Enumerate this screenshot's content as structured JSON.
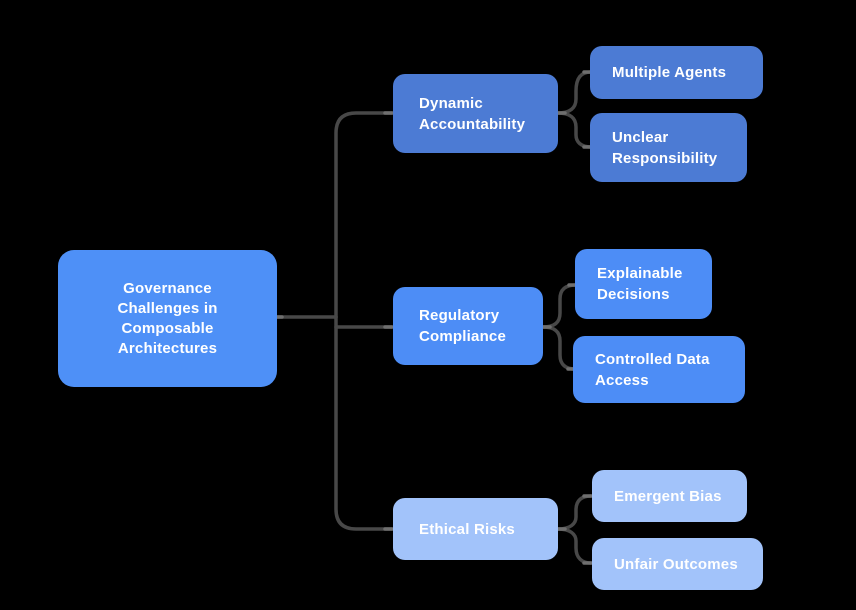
{
  "colors": {
    "background": "#000000",
    "root_fill": "#4E90F7",
    "branch_top_fill": "#4C7BD4",
    "branch_mid_fill": "#4D8DF6",
    "branch_bottom_fill": "#A2C3FA",
    "text": "#FFFFFF",
    "connector": "#484848",
    "connector_cap": "#6F6F6F"
  },
  "mindmap": {
    "root": {
      "label": "Governance Challenges in Composable Architectures"
    },
    "branches": [
      {
        "label": "Dynamic Accountability",
        "children": [
          {
            "label": "Multiple Agents"
          },
          {
            "label": "Unclear Responsibility"
          }
        ]
      },
      {
        "label": "Regulatory Compliance",
        "children": [
          {
            "label": "Explainable Decisions"
          },
          {
            "label": "Controlled Data Access"
          }
        ]
      },
      {
        "label": "Ethical Risks",
        "children": [
          {
            "label": "Emergent Bias"
          },
          {
            "label": "Unfair Outcomes"
          }
        ]
      }
    ]
  }
}
